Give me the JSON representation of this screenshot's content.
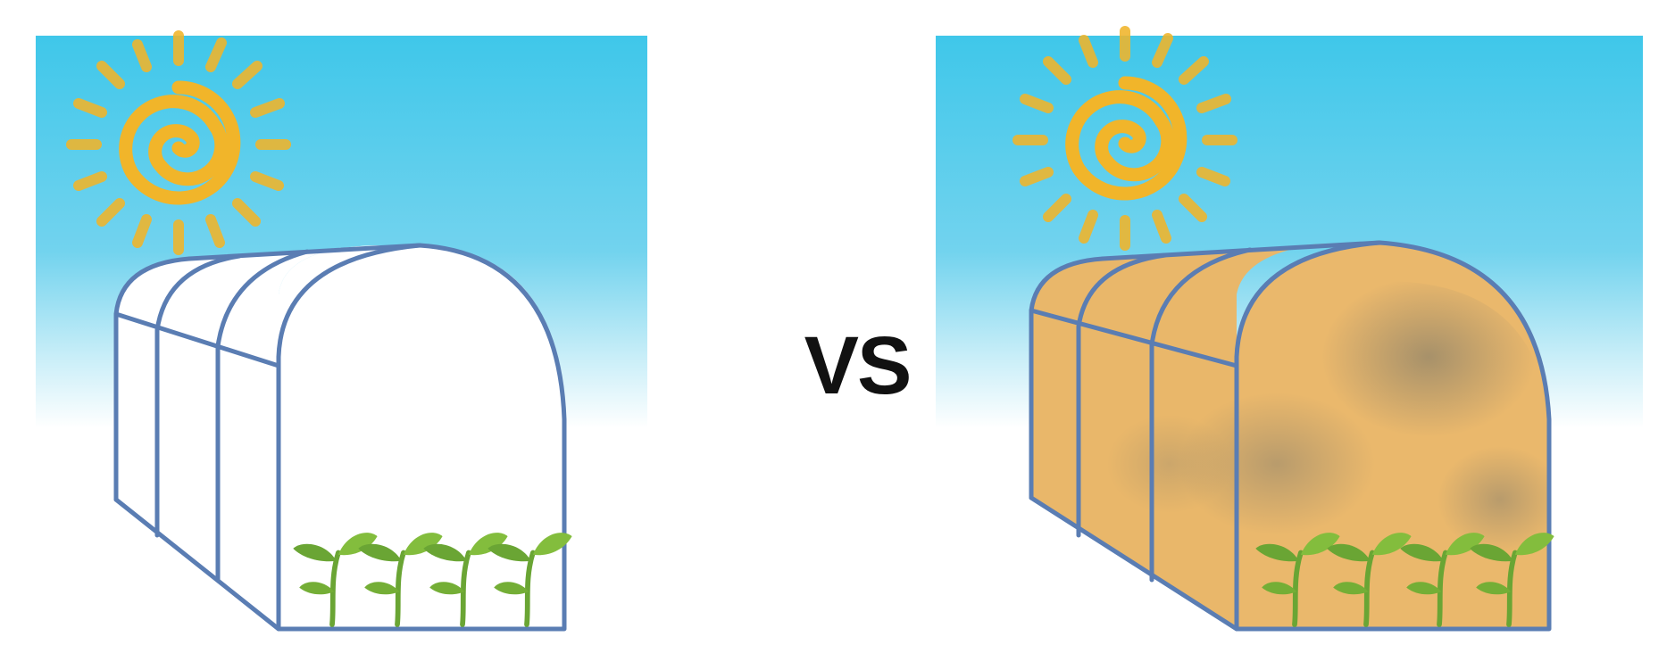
{
  "comparison": {
    "separator_label": "VS"
  },
  "left_panel": {
    "cover": "clear",
    "icons": [
      "sun-icon",
      "greenhouse-icon",
      "seedling-icon"
    ]
  },
  "right_panel": {
    "cover": "dirty",
    "icons": [
      "sun-icon",
      "greenhouse-icon",
      "seedling-icon"
    ]
  },
  "colors": {
    "sky_top": "#3fc7ea",
    "sun": "#f1b52a",
    "frame": "#5a7db3",
    "clear_cover": "#ffffff",
    "dirty_cover": "#e9b76a",
    "seedling": "#6aa534",
    "vs_text": "#111111"
  }
}
